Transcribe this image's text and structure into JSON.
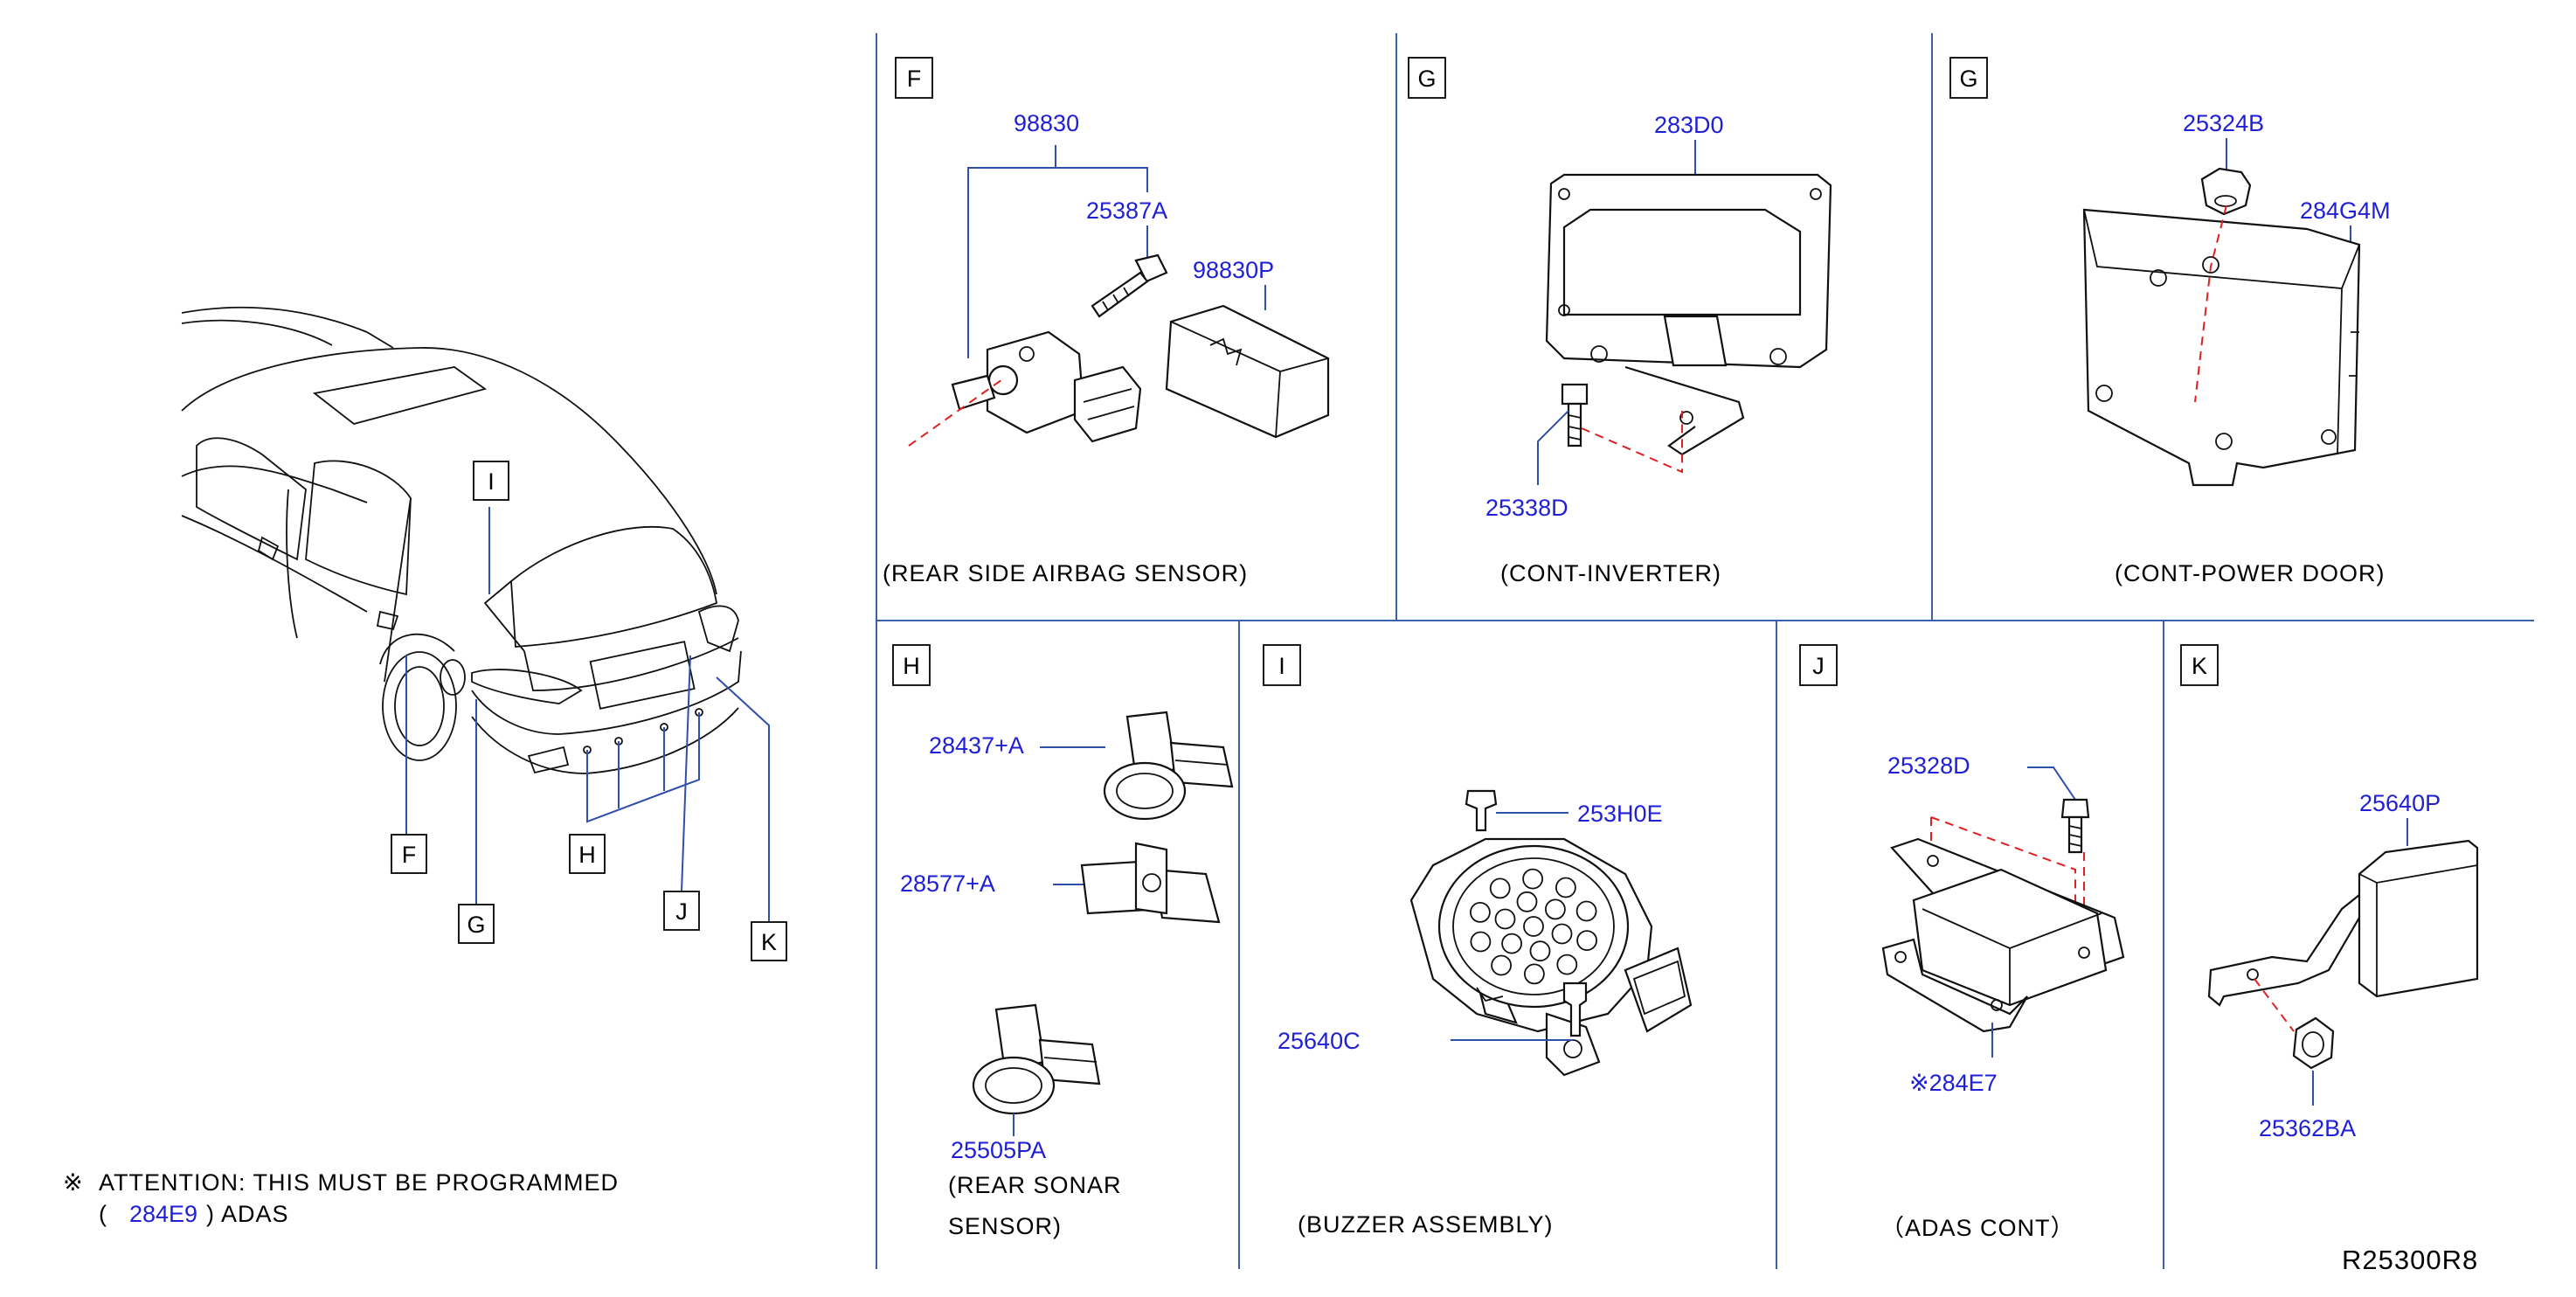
{
  "attention": {
    "mark": "※",
    "line1": "ATTENTION:  THIS  MUST  BE  PROGRAMMED",
    "open": "(",
    "part": "284E9",
    "close": ")  ADAS"
  },
  "car_callouts": [
    "I",
    "F",
    "G",
    "H",
    "J",
    "K"
  ],
  "panels": {
    "F": {
      "letter": "F",
      "caption": "(REAR  SIDE  AIRBAG  SENSOR)",
      "parts": [
        "98830",
        "25387A",
        "98830P"
      ]
    },
    "G1": {
      "letter": "G",
      "caption": "(CONT-INVERTER)",
      "parts": [
        "283D0",
        "25338D"
      ]
    },
    "G2": {
      "letter": "G",
      "caption": "(CONT-POWER  DOOR)",
      "parts": [
        "25324B",
        "284G4M"
      ]
    },
    "H": {
      "letter": "H",
      "caption1": "(REAR  SONAR",
      "caption2": "SENSOR)",
      "parts": [
        "28437+A",
        "28577+A",
        "25505PA"
      ]
    },
    "I": {
      "letter": "I",
      "caption": "(BUZZER  ASSEMBLY)",
      "parts": [
        "253H0E",
        "25640C"
      ]
    },
    "J": {
      "letter": "J",
      "caption": "（ADAS  CONT）",
      "parts": [
        "25328D",
        "※284E7"
      ]
    },
    "K": {
      "letter": "K",
      "parts": [
        "25640P",
        "25362BA"
      ]
    }
  },
  "diagram_id": "R25300R8",
  "colors": {
    "part_number": "#1f1fd6",
    "leader": "#2f4fa8",
    "divider": "#3b5fa8",
    "centerline": "#e02020"
  }
}
